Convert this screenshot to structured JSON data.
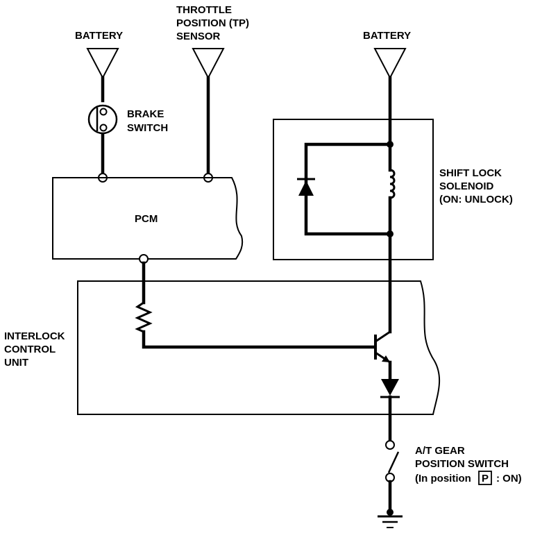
{
  "diagram": {
    "labels": {
      "battery_left": "BATTERY",
      "throttle_line1": "THROTTLE",
      "throttle_line2": "POSITION (TP)",
      "throttle_line3": "SENSOR",
      "battery_right": "BATTERY",
      "brake_line1": "BRAKE",
      "brake_line2": "SWITCH",
      "pcm": "PCM",
      "shift_line1": "SHIFT LOCK",
      "shift_line2": "SOLENOID",
      "shift_line3": "(ON: UNLOCK)",
      "interlock_line1": "INTERLOCK",
      "interlock_line2": "CONTROL",
      "interlock_line3": "UNIT",
      "atgear_line1": "A/T GEAR",
      "atgear_line2": "POSITION SWITCH",
      "atgear_line3_prefix": "(In position",
      "atgear_box": "P",
      "atgear_line3_suffix": ": ON)"
    }
  }
}
